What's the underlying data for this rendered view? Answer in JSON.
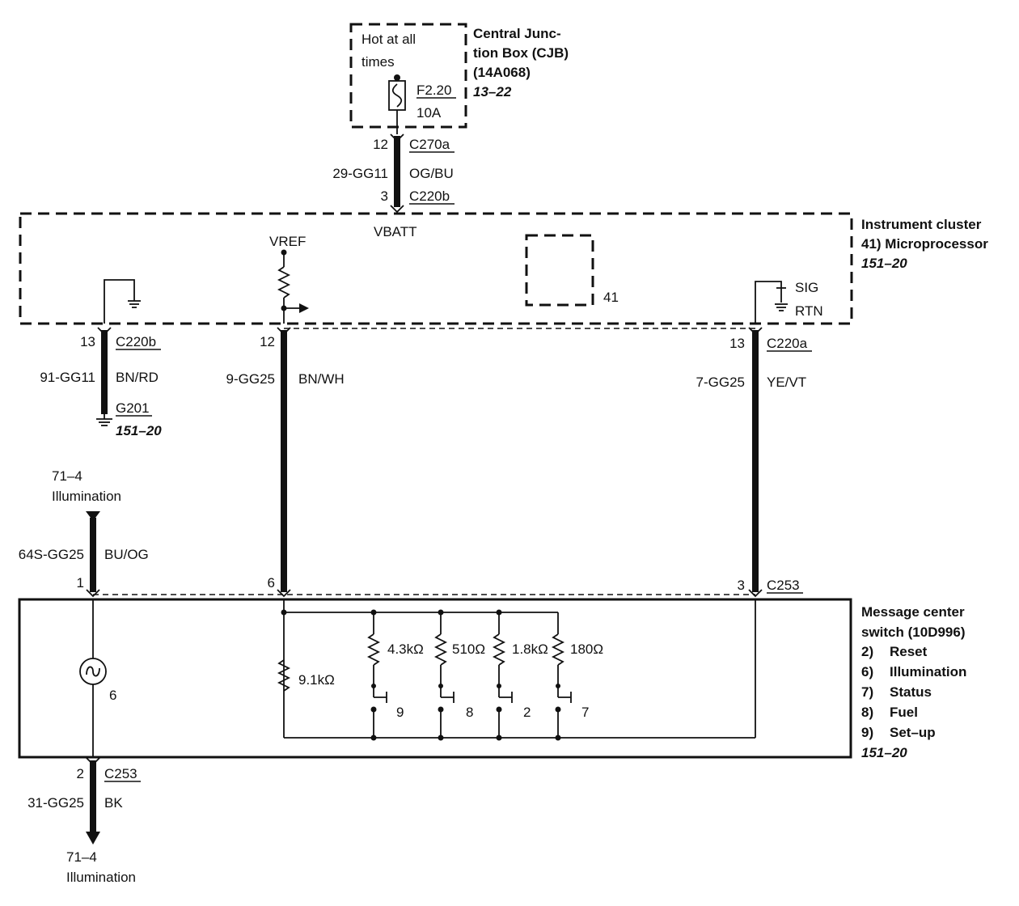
{
  "cjb": {
    "hot_line1": "Hot at all",
    "hot_line2": "times",
    "fuse": "F2.20",
    "amps": "10A",
    "title_line1": "Central Junc-",
    "title_line2": "tion Box (CJB)",
    "part": "(14A068)",
    "ref": "13–22"
  },
  "feed": {
    "pin_top": "12",
    "conn_top": "C270a",
    "circuit": "29-GG11",
    "color": "OG/BU",
    "pin_bottom": "3",
    "conn_bottom": "C220b"
  },
  "cluster": {
    "vbatt": "VBATT",
    "vref": "VREF",
    "micro_num": "41",
    "sig": "SIG",
    "rtn": "RTN",
    "title": "Instrument cluster",
    "item": "41)  Microprocessor",
    "ref": "151–20"
  },
  "ground_wire": {
    "pin": "13",
    "conn": "C220b",
    "circuit": "91-GG11",
    "color": "BN/RD",
    "ground": "G201",
    "ref": "151–20"
  },
  "vref_wire": {
    "pin": "12",
    "circuit": "9-GG25",
    "color": "BN/WH",
    "bottom_pin": "6"
  },
  "sig_wire": {
    "pin": "13",
    "conn": "C220a",
    "circuit": "7-GG25",
    "color": "YE/VT",
    "bottom_pin": "3",
    "bottom_conn": "C253"
  },
  "illum_in": {
    "ref": "71–4",
    "label": "Illumination",
    "circuit": "64S-GG25",
    "color": "BU/OG",
    "pin": "1"
  },
  "switch": {
    "bulb_num": "6",
    "r_main": "9.1kΩ",
    "r1": "4.3kΩ",
    "r2": "510Ω",
    "r3": "1.8kΩ",
    "r4": "180Ω",
    "sw1": "9",
    "sw2": "8",
    "sw3": "2",
    "sw4": "7",
    "title_line1": "Message center",
    "title_line2": "switch (10D996)",
    "items": [
      {
        "num": "2)",
        "label": "Reset"
      },
      {
        "num": "6)",
        "label": "Illumination"
      },
      {
        "num": "7)",
        "label": "Status"
      },
      {
        "num": "8)",
        "label": "Fuel"
      },
      {
        "num": "9)",
        "label": "Set–up"
      }
    ],
    "ref": "151–20"
  },
  "illum_out": {
    "pin": "2",
    "conn": "C253",
    "circuit": "31-GG25",
    "color": "BK",
    "ref": "71–4",
    "label": "Illumination"
  }
}
